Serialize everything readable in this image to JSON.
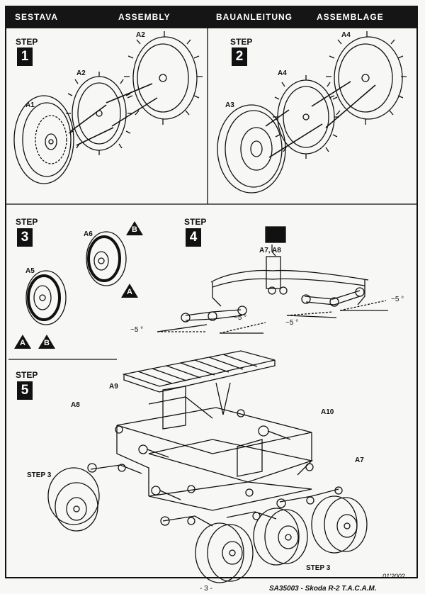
{
  "header": {
    "lang1": "SESTAVA",
    "lang2": "ASSEMBLY",
    "lang3": "BAUANLEITUNG",
    "lang4": "ASSEMBLAGE"
  },
  "step_word": "STEP",
  "steps": [
    {
      "number": "1",
      "parts": [
        "A1",
        "A2",
        "A2"
      ]
    },
    {
      "number": "2",
      "parts": [
        "A3",
        "A4",
        "A4"
      ]
    },
    {
      "number": "3",
      "parts": [
        "A5",
        "A6"
      ],
      "markers": [
        "A",
        "B",
        "A",
        "B"
      ]
    },
    {
      "number": "4",
      "parts": [
        "A7, A8"
      ],
      "angles": [
        "~5 °",
        "~5 °",
        "~5 °",
        "~5 °"
      ]
    },
    {
      "number": "5",
      "parts": [
        "A9",
        "A8",
        "A10",
        "A7"
      ],
      "refs": [
        "STEP 3",
        "STEP 3"
      ]
    }
  ],
  "footer": {
    "page": "- 3 -",
    "reference": "SA35003 - Skoda R-2 T.A.C.A.M.",
    "date": "01'2002"
  },
  "colors": {
    "ink": "#111111",
    "paper": "#f7f7f5",
    "header_bg": "#151515"
  }
}
